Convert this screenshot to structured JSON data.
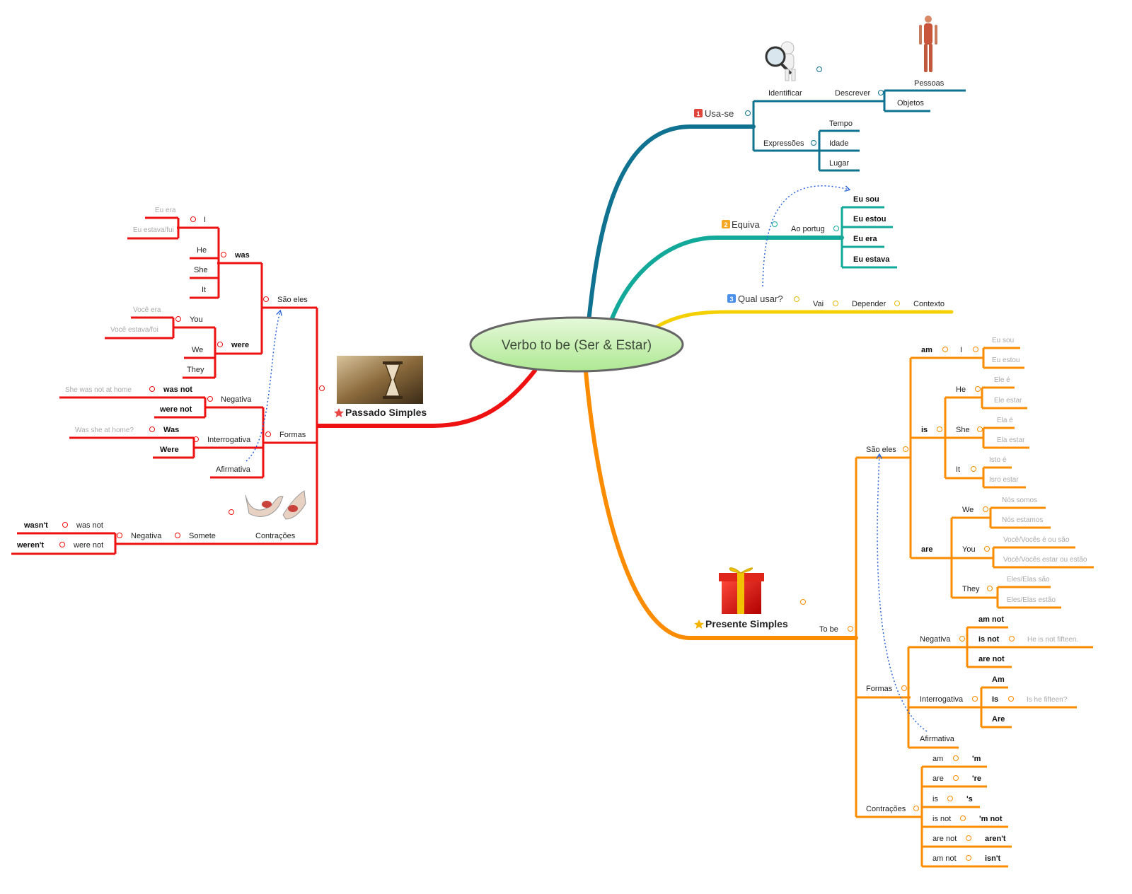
{
  "center": {
    "title": "Verbo to be (Ser & Estar)"
  },
  "colors": {
    "usase": "#0f7290",
    "equiva": "#12a99a",
    "qual": "#f5d000",
    "presente": "#fb8c00",
    "passado": "#ee1111",
    "dotted_arrow": "#2a63d8",
    "center_fill": "#c9f0b6",
    "center_stroke": "#666666"
  },
  "icons": {
    "magnifier": "magnifier-figure-icon",
    "anatomy": "human-anatomy-icon",
    "gift": "gift-box-icon",
    "hourglass": "hourglass-photo-icon",
    "arm": "flexed-arm-icon",
    "star": "star-icon",
    "priority": "priority-number-icon",
    "collapse": "collapse-toggle-icon"
  },
  "usase": {
    "badge": "1",
    "label": "Usa-se",
    "identificar": "Identificar",
    "descrever": "Descrever",
    "pessoas": "Pessoas",
    "objetos": "Objetos",
    "expressoes": "Expressões",
    "tempo": "Tempo",
    "idade": "Idade",
    "lugar": "Lugar"
  },
  "equiva": {
    "badge": "2",
    "label": "Equiva",
    "ao_portug": "Ao portug",
    "items": [
      "Eu sou",
      "Eu estou",
      "Eu era",
      "Eu estava"
    ]
  },
  "qual": {
    "badge": "3",
    "label": "Qual usar?",
    "vai": "Vai",
    "depender": "Depender",
    "contexto": "Contexto"
  },
  "presente": {
    "label": "Presente Simples",
    "to_be": "To be",
    "sao_eles": "São eles",
    "am": "am",
    "is": "is",
    "are": "are",
    "i": "I",
    "eu_sou": "Eu sou",
    "eu_estou": "Eu estou",
    "he": "He",
    "ele_e": "Ele é",
    "ele_estar": "Ele estar",
    "she": "She",
    "ela_e": "Ela é",
    "ela_estar": "Ela estar",
    "it": "It",
    "isto_e": "Isto é",
    "isro_estar": "Isro estar",
    "we": "We",
    "nos_somos": "Nós somos",
    "nos_estamos": "Nós estamos",
    "you": "You",
    "voce_e": "Você/Vocês é ou são",
    "voce_estar": "Você/Vocês  estar ou estão",
    "they": "They",
    "eles_sao": "Eles/Elas são",
    "eles_estao": "Eles/Elas estão",
    "formas": "Formas",
    "negativa": "Negativa",
    "am_not": "am not",
    "is_not": "is not",
    "are_not": "are not",
    "he_not_fifteen": "He is not fifteen.",
    "interrogativa": "Interrogativa",
    "am_cap": "Am",
    "is_cap": "Is",
    "are_cap": "Are",
    "is_he_fifteen": "Is he fifteen?",
    "afirmativa": "Afirmativa",
    "contracoes": "Contrações",
    "contractions": [
      {
        "full": "am",
        "short": "'m"
      },
      {
        "full": "are",
        "short": "'re"
      },
      {
        "full": "is",
        "short": "'s"
      },
      {
        "full": "is not",
        "short": "'m not"
      },
      {
        "full": "are not",
        "short": "aren't"
      },
      {
        "full": "am not",
        "short": "isn't"
      }
    ]
  },
  "passado": {
    "label": "Passado Simples",
    "sao_eles": "São eles",
    "was": "was",
    "were": "were",
    "i": "I",
    "eu_era": "Eu era",
    "eu_estava_fui": "Eu estava/fui",
    "he": "He",
    "she": "She",
    "it": "It",
    "you": "You",
    "voce_era": "Você era",
    "voce_estava_foi": "Você estava/foi",
    "we": "We",
    "they": "They",
    "formas": "Formas",
    "negativa": "Negativa",
    "was_not": "was not",
    "were_not": "were not",
    "she_was_not": "She was not at home",
    "interrogativa": "Interrogativa",
    "was_cap": "Was",
    "were_cap": "Were",
    "was_she_home": "Was she at home?",
    "afirmativa": "Afirmativa",
    "contracoes": "Contrações",
    "somete": "Somete",
    "c_negativa": "Negativa",
    "was_not2": "was not",
    "wasnt": "wasn't",
    "were_not2": "were not",
    "werent": "weren't"
  }
}
